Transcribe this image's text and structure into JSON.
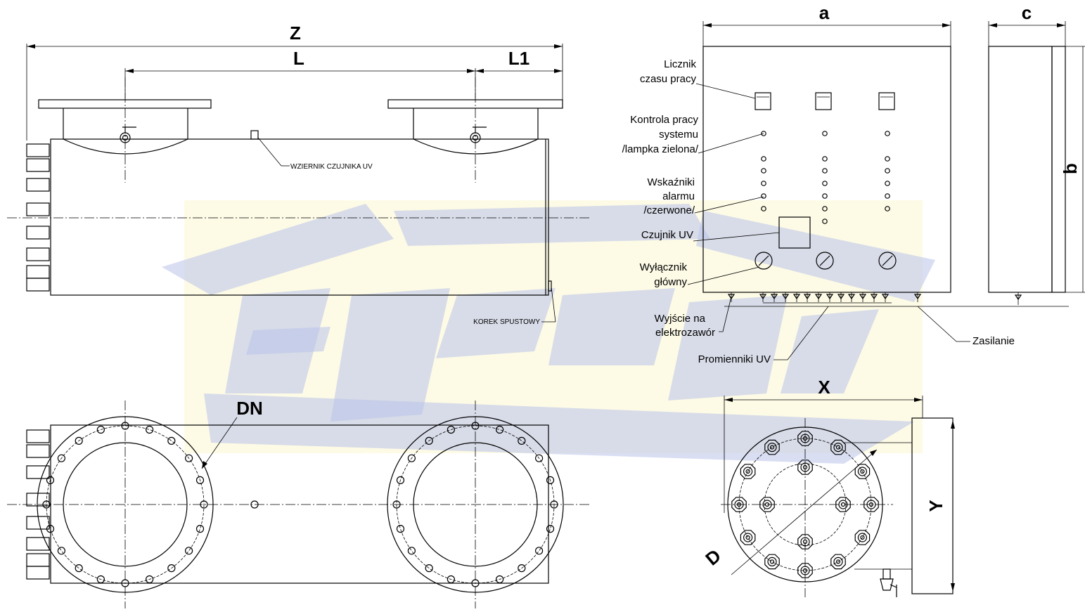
{
  "dimensions": {
    "Z": "Z",
    "L": "L",
    "L1": "L1",
    "a": "a",
    "c": "c",
    "b": "b",
    "DN": "DN",
    "X": "X",
    "Y": "Y",
    "D": "D"
  },
  "side_view_labels": {
    "sight_glass": "WZIERNIK CZUJNIKA UV",
    "drain_plug": "KOREK SPUSTOWY"
  },
  "control_panel_labels": {
    "hour_counter_line1": "Licznik",
    "hour_counter_line2": "czasu pracy",
    "system_check_line1": "Kontrola pracy",
    "system_check_line2": "systemu",
    "system_check_line3": "/lampka zielona/",
    "alarm_line1": "Wskaźniki",
    "alarm_line2": "alarmu",
    "alarm_line3": "/czerwone/",
    "uv_sensor": "Czujnik UV",
    "main_switch_line1": "Wyłącznik",
    "main_switch_line2": "główny",
    "valve_output_line1": "Wyjście na",
    "valve_output_line2": "elektrozawór",
    "uv_lamps": "Promienniki UV",
    "power_supply": "Zasilanie"
  },
  "watermark_letters": "EMF",
  "colors": {
    "line": "#000000",
    "watermark": "#b9c2ea",
    "watermark_band": "#fdfbe6"
  }
}
